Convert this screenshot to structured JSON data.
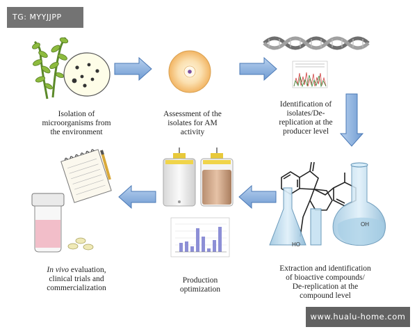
{
  "watermark_top": "TG: MYYJJPP",
  "watermark_bottom": "www.hualu-home.com",
  "steps": [
    {
      "lines": [
        "Isolation of",
        "microorganisms from",
        "the environment"
      ]
    },
    {
      "lines": [
        "Assessment of the",
        "isolates for AM",
        "activity"
      ]
    },
    {
      "lines": [
        "Identification of",
        "isolates/De-",
        "replication at the",
        "producer level"
      ]
    },
    {
      "lines": [
        "Extraction and identification",
        "of bioactive compounds/",
        "De-replication at the",
        "compound level"
      ]
    },
    {
      "lines": [
        "Production",
        "optimization"
      ]
    },
    {
      "lines_italic_prefix": "In vivo",
      "lines": [
        " evaluation,",
        "clinical trials and",
        "commercialization"
      ]
    }
  ],
  "molecule_label": "OH",
  "molecule_label_2": "HO",
  "colors": {
    "arrow_fill": "#8fb4de",
    "arrow_stroke": "#4a78b5",
    "petri_orange": "#f6c27a"
  }
}
